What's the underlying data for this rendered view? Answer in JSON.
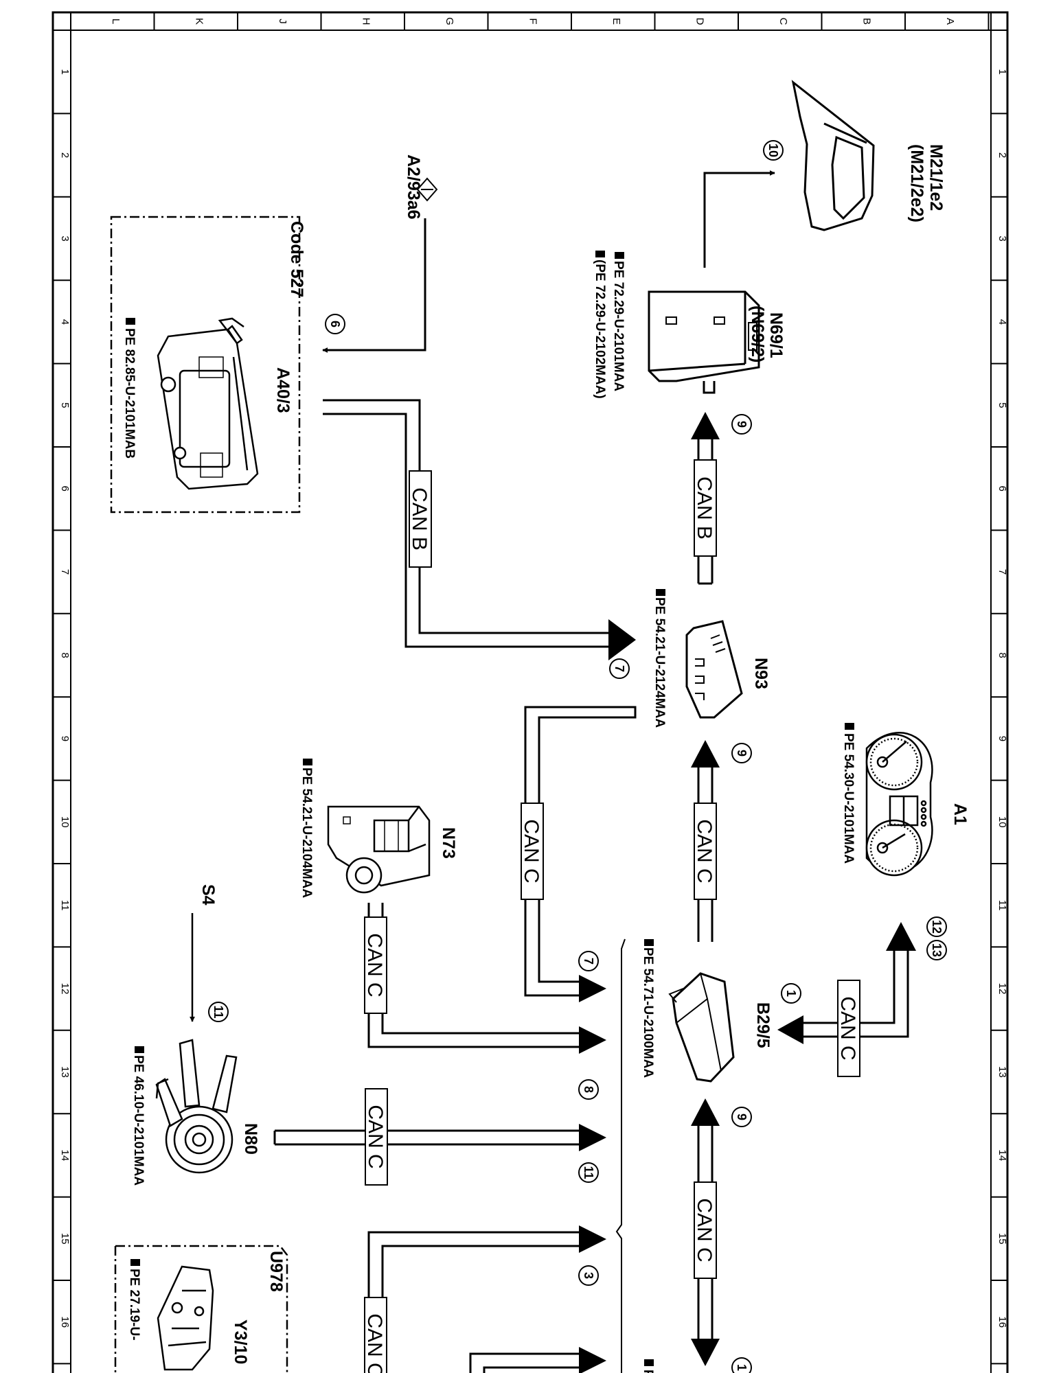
{
  "grid": {
    "columns": [
      "L",
      "K",
      "J",
      "H",
      "G",
      "F",
      "E",
      "D",
      "C",
      "B",
      "A"
    ],
    "rows": [
      "1",
      "2",
      "3",
      "4",
      "5",
      "6",
      "7",
      "8",
      "9",
      "10",
      "11",
      "12",
      "13",
      "14",
      "15",
      "16"
    ]
  },
  "components": {
    "m21": {
      "label": "M21/1e2",
      "alt": "(M21/2e2)"
    },
    "n69": {
      "label": "N69/1",
      "alt": "(N69/2)",
      "ref1": "PE 72.29-U-2101MAA",
      "ref2": "(PE 72.29-U-2102MAA)"
    },
    "a2": {
      "label": "A2/93a6"
    },
    "a40": {
      "label": "A40/3",
      "code": "Code 527",
      "ref": "PE 82.85-U-2101MAB"
    },
    "n93": {
      "label": "N93",
      "ref": "PE 54.21-U-2124MAA"
    },
    "a1": {
      "label": "A1",
      "ref": "PE 54.30-U-2101MAA"
    },
    "n73": {
      "label": "N73",
      "ref": "PE 54.21-U-2104MAA"
    },
    "b29": {
      "label": "B29/5",
      "ref": "PE 54.71-U-2100MAA"
    },
    "s4": {
      "label": "S4"
    },
    "n80": {
      "label": "N80",
      "ref": "PE 46.10-U-2101MAA"
    },
    "y3": {
      "label": "Y3/10",
      "code": "U978",
      "ref": "PE 27.19-U-"
    },
    "pe_bottom": {
      "ref": "PE"
    }
  },
  "bus": {
    "can_b": "CAN B",
    "can_c": "CAN C"
  },
  "circles": {
    "c10": "10",
    "c9a": "9",
    "c6": "6",
    "c7a": "7",
    "c9b": "9",
    "c12": "12",
    "c13": "13",
    "c1a": "1",
    "c7b": "7",
    "c11a": "11",
    "c8": "8",
    "c9c": "9",
    "c11b": "11",
    "c3": "3",
    "c1b": "1"
  }
}
